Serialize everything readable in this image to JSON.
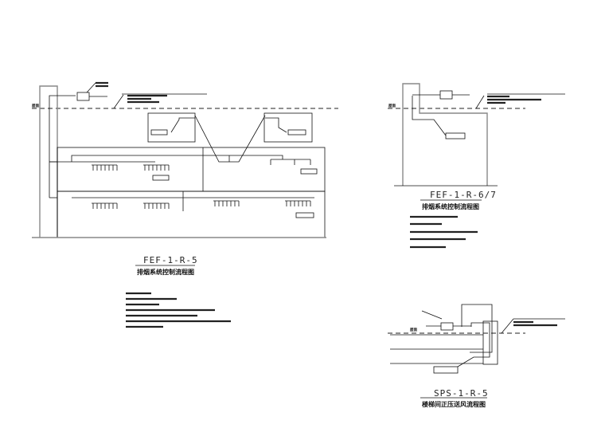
{
  "drawings": [
    {
      "code": "FEF-1-R-5",
      "title": "排烟系统控制流程图",
      "roof_label": "屋面"
    },
    {
      "code": "FEF-1-R-6/7",
      "title": "排烟系统控制流程图",
      "roof_label": "屋面"
    },
    {
      "code": "SPS-1-R-5",
      "title": "楼梯间正压送风流程图",
      "roof_label": "屋面"
    }
  ]
}
